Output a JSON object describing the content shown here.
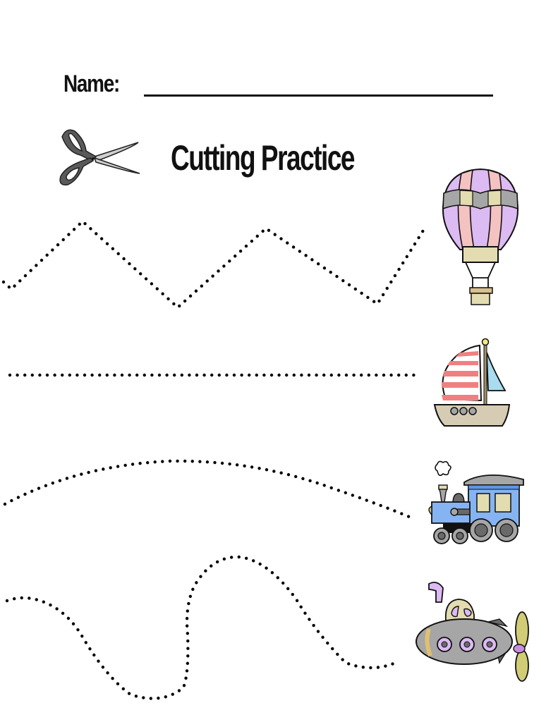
{
  "worksheet": {
    "name_label": "Name:",
    "title": "Cutting Practice",
    "header_icon": "scissors-icon"
  },
  "exercises": [
    {
      "line_type": "zigzag",
      "picture": "hot-air-balloon",
      "end_color": "#d9b8f0"
    },
    {
      "line_type": "straight",
      "picture": "sailboat",
      "end_color": "#f28585"
    },
    {
      "line_type": "gentle-arc",
      "picture": "steam-train",
      "end_color": "#7cb0f0"
    },
    {
      "line_type": "s-wave",
      "picture": "submarine",
      "end_color": "#a6a6a6"
    }
  ],
  "colors": {
    "ink": "#111111",
    "lavender": "#dcbaf2",
    "pink": "#f5c2c2",
    "gray": "#a6a6a6",
    "khaki": "#e2dcb0",
    "tan": "#d6ccb4",
    "red_stripe": "#f08080",
    "sky": "#a9dcef",
    "train_blue": "#86b4f3",
    "olive": "#d1cc76"
  }
}
